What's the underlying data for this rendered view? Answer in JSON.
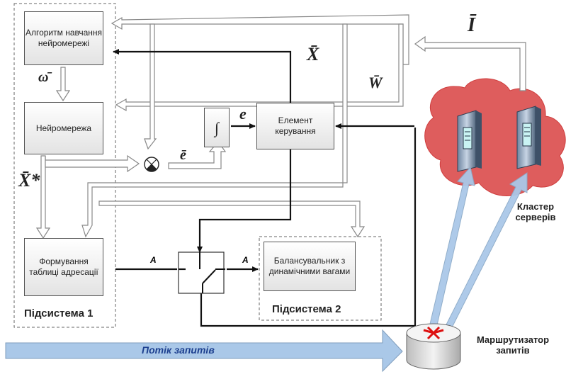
{
  "blocks": {
    "algorithm": "Алгоритм навчання нейромережі",
    "neural_net": "Нейромережа",
    "element": "Елемент керування",
    "table": "Формування таблиці адресації",
    "balancer": "Балансувальник з динамічними вагами"
  },
  "labels": {
    "omega": "ω̄",
    "e_bar": "ē",
    "e": "e",
    "x_star": "X̄*",
    "x_bar": "X̄",
    "w_bar": "W̄",
    "i_bar": "Ī",
    "a_left": "A",
    "a_right": "A",
    "integral": "∫"
  },
  "subsystems": {
    "sub1": "Підсистема 1",
    "sub2": "Підсистема 2"
  },
  "cluster": {
    "label": "Кластер серверів"
  },
  "router": {
    "label": "Маршрутизатор запитів"
  },
  "flow": {
    "label": "Потік запитів"
  },
  "colors": {
    "cloud": "#e05a5a",
    "flow_arrow": "#aac8e8",
    "router": "#dcdcdc",
    "router_arrows": "#dd1111"
  }
}
